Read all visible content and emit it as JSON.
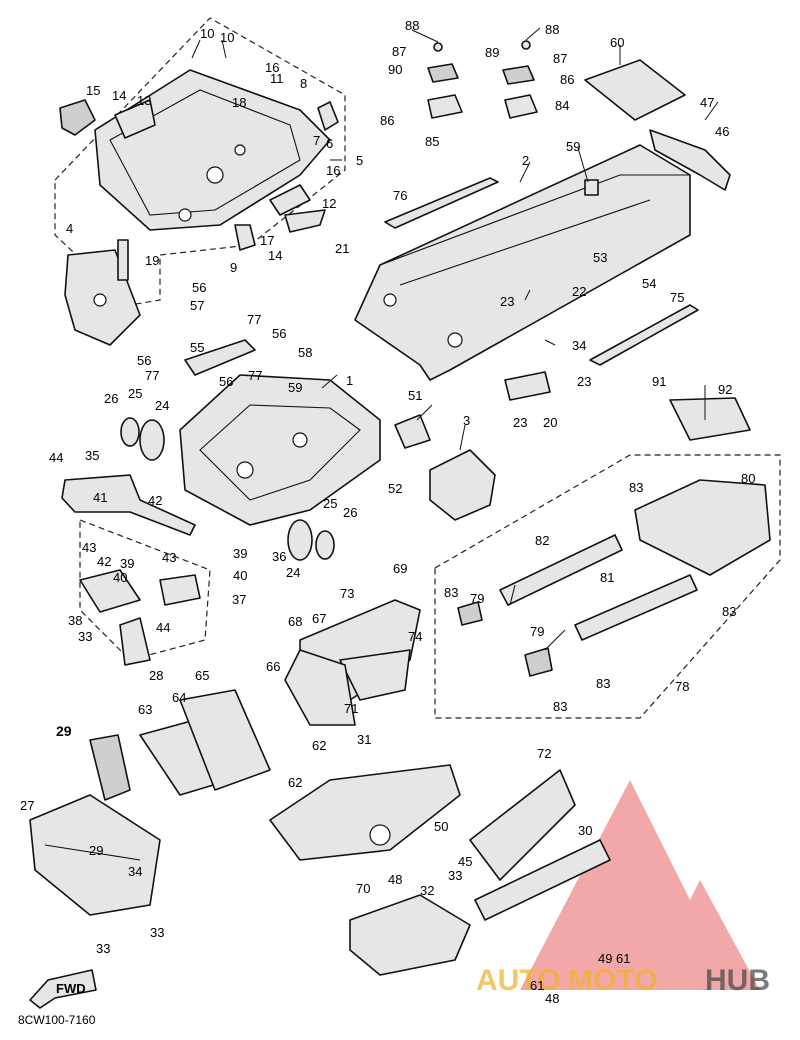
{
  "labels": {
    "l1": "1",
    "l2": "2",
    "l3": "3",
    "l4": "4",
    "l5": "5",
    "l6": "6",
    "l7": "7",
    "l8": "8",
    "l9": "9",
    "l10a": "10",
    "l10b": "10",
    "l11": "11",
    "l12": "12",
    "l13": "13",
    "l14a": "14",
    "l14b": "14",
    "l15": "15",
    "l16a": "16",
    "l16b": "16",
    "l17": "17",
    "l18": "18",
    "l19": "19",
    "l20": "20",
    "l21": "21",
    "l22": "22",
    "l23a": "23",
    "l23b": "23",
    "l23c": "23",
    "l24a": "24",
    "l24b": "24",
    "l25a": "25",
    "l25b": "25",
    "l26a": "26",
    "l26b": "26",
    "l27": "27",
    "l28": "28",
    "l29a": "29",
    "l29b": "29",
    "l30": "30",
    "l31": "31",
    "l32": "32",
    "l33a": "33",
    "l33b": "33",
    "l33c": "33",
    "l33d": "33",
    "l34a": "34",
    "l34b": "34",
    "l35": "35",
    "l36": "36",
    "l37": "37",
    "l38": "38",
    "l39a": "39",
    "l39b": "39",
    "l40a": "40",
    "l40b": "40",
    "l41": "41",
    "l42a": "42",
    "l42b": "42",
    "l43a": "43",
    "l43b": "43",
    "l44a": "44",
    "l44b": "44",
    "l45": "45",
    "l46": "46",
    "l47": "47",
    "l48a": "48",
    "l48b": "48",
    "l49": "49",
    "l50": "50",
    "l51": "51",
    "l52": "52",
    "l53": "53",
    "l54": "54",
    "l55": "55",
    "l56a": "56",
    "l56b": "56",
    "l56c": "56",
    "l56d": "56",
    "l57": "57",
    "l58": "58",
    "l59a": "59",
    "l59b": "59",
    "l60": "60",
    "l61a": "61",
    "l61b": "61",
    "l62a": "62",
    "l62b": "62",
    "l63": "63",
    "l64": "64",
    "l65": "65",
    "l66": "66",
    "l67": "67",
    "l68": "68",
    "l69": "69",
    "l70": "70",
    "l71": "71",
    "l72": "72",
    "l73": "73",
    "l74": "74",
    "l75": "75",
    "l76": "76",
    "l77a": "77",
    "l77b": "77",
    "l77c": "77",
    "l78": "78",
    "l79a": "79",
    "l79b": "79",
    "l80": "80",
    "l81": "81",
    "l82": "82",
    "l83a": "83",
    "l83b": "83",
    "l83c": "83",
    "l83d": "83",
    "l83e": "83",
    "l84": "84",
    "l85": "85",
    "l86a": "86",
    "l86b": "86",
    "l87a": "87",
    "l87b": "87",
    "l88a": "88",
    "l88b": "88",
    "l89": "89",
    "l90": "90",
    "l91": "91",
    "l92": "92"
  },
  "fwd_label": "FWD",
  "diagram_code": "8CW100-7160",
  "watermark": {
    "word1": "AUTO",
    "word2": "MOTO",
    "word3": "HUB"
  },
  "colors": {
    "line": "#111111",
    "part_fill": "#e6e6e6",
    "watermark_red": "#e86060",
    "watermark_orange": "#f2b233"
  }
}
